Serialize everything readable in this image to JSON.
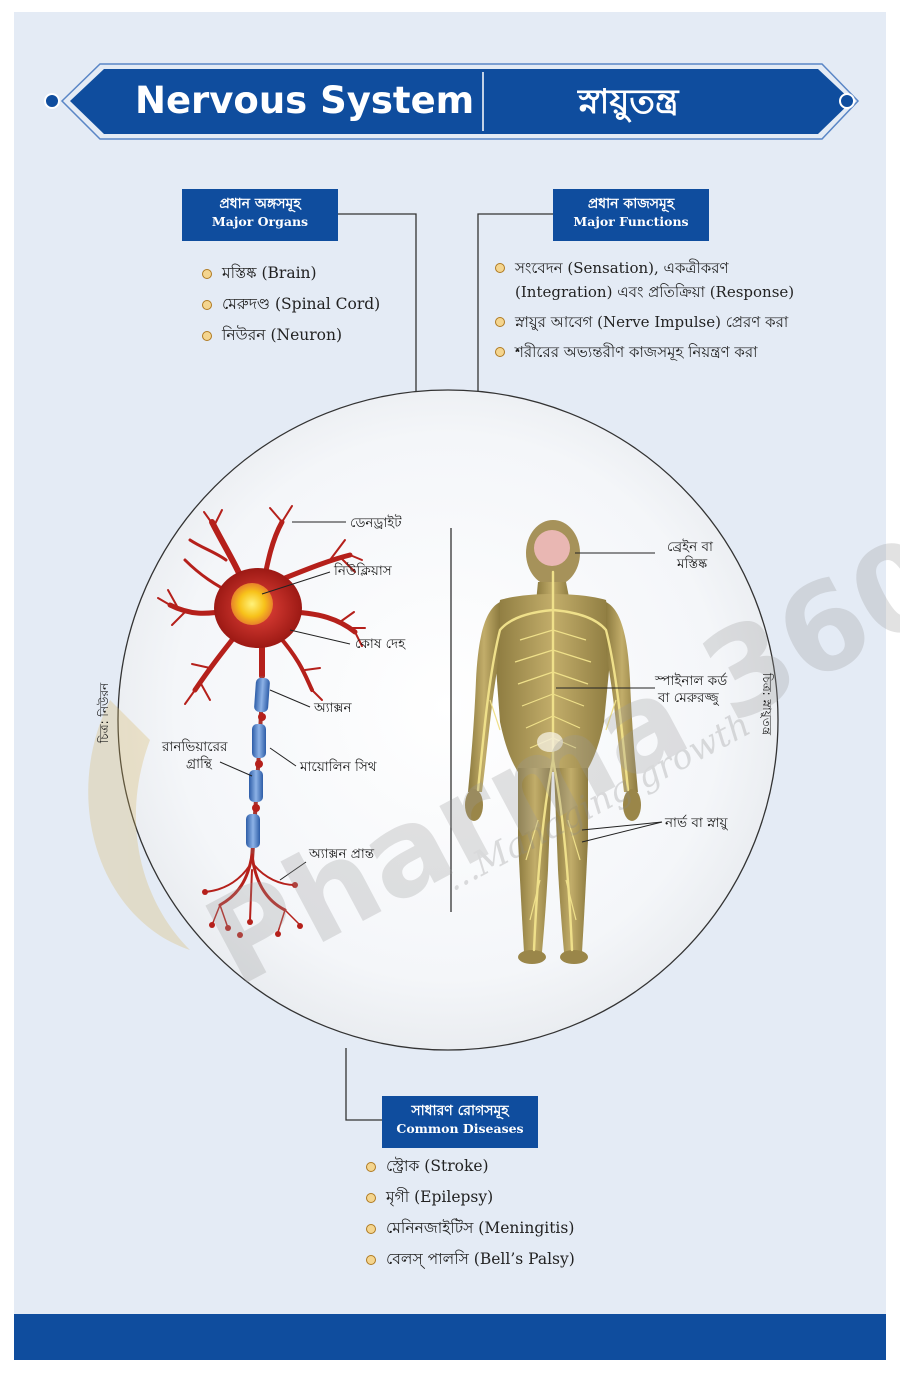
{
  "header": {
    "title_en": "Nervous System",
    "title_bn": "স্নায়ুতন্ত্র"
  },
  "organs": {
    "title_bn": "প্রধান অঙ্গসমূহ",
    "title_en": "Major Organs",
    "items": [
      "মস্তিষ্ক (Brain)",
      "মেরুদণ্ড (Spinal Cord)",
      "নিউরন (Neuron)"
    ]
  },
  "functions": {
    "title_bn": "প্রধান কাজসমূহ",
    "title_en": "Major Functions",
    "items": [
      "সংবেদন (Sensation),  একত্রীকরণ",
      "(Integration) এবং প্রতিক্রিয়া (Response)",
      "স্নায়ুর আবেগ (Nerve Impulse) প্রেরণ করা",
      "শরীরের অভ্যন্তরীণ কাজসমূহ নিয়ন্ত্রণ করা"
    ]
  },
  "neuron": {
    "caption": "চিত্র: নিউরন",
    "labels": {
      "dendrite": "ডেনড্রাইট",
      "nucleus": "নিউক্লিয়াস",
      "cell_body": "কোষ দেহ",
      "axon": "অ্যাক্সন",
      "ranvier_1": "রানভিয়ারের",
      "ranvier_2": "গ্রান্থি",
      "myelin": "মায়োলিন সিথ",
      "axon_terminal": "অ্যাক্সন প্রান্ত"
    }
  },
  "body_figure": {
    "caption": "চিত্র: স্নায়ুতন্ত্র",
    "labels": {
      "brain_1": "ব্রেইন বা",
      "brain_2": "মস্তিষ্ক",
      "spinal_1": "স্পাইনাল কর্ড",
      "spinal_2": "বা মেরুরজ্জু",
      "nerve": "নার্ভ বা স্নায়ু"
    }
  },
  "watermark": {
    "brand": "Pharma 360",
    "tagline": "...Managing growth"
  },
  "diseases": {
    "title_bn": "সাধারণ রোগসমূহ",
    "title_en": "Common Diseases",
    "items": [
      "স্ট্রোক (Stroke)",
      "মৃগী (Epilepsy)",
      "মেনিনজাইটিস (Meningitis)",
      "বেলস্ পালসি (Bell’s Palsy)"
    ]
  },
  "colors": {
    "primary_blue": "#0f4d9e",
    "panel_bg": "#e4ebf5",
    "nerve_yellow": "#e8d77a",
    "neuron_red": "#b5201b"
  }
}
